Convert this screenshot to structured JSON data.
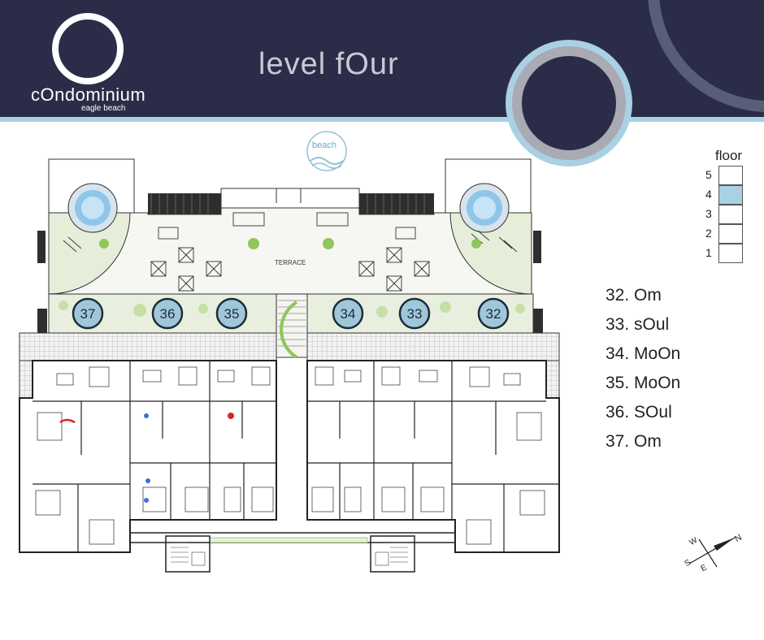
{
  "header": {
    "brand_name": "cOndominium",
    "brand_sub": "eagle beach",
    "level_title": "level fOur"
  },
  "plan": {
    "beach_label": "beach",
    "terrace_label": "TERRACE",
    "unit_badges": [
      "37",
      "36",
      "35",
      "34",
      "33",
      "32"
    ]
  },
  "floor_selector": {
    "title": "floor",
    "floors": [
      "5",
      "4",
      "3",
      "2",
      "1"
    ],
    "active": "4"
  },
  "legend": [
    {
      "unit": "32.",
      "name": "Om"
    },
    {
      "unit": "33.",
      "name": "sOul"
    },
    {
      "unit": "34.",
      "name": "MoOn"
    },
    {
      "unit": "35.",
      "name": "MoOn"
    },
    {
      "unit": "36.",
      "name": "SOul"
    },
    {
      "unit": "37.",
      "name": "Om"
    }
  ],
  "compass": {
    "n": "N",
    "e": "E",
    "s": "S",
    "w": "W"
  },
  "colors": {
    "header_bg": "#2b2d48",
    "accent_blue": "#a9d0e3",
    "badge_fill": "#9ec8da",
    "garden_fill": "#e6eed9"
  }
}
